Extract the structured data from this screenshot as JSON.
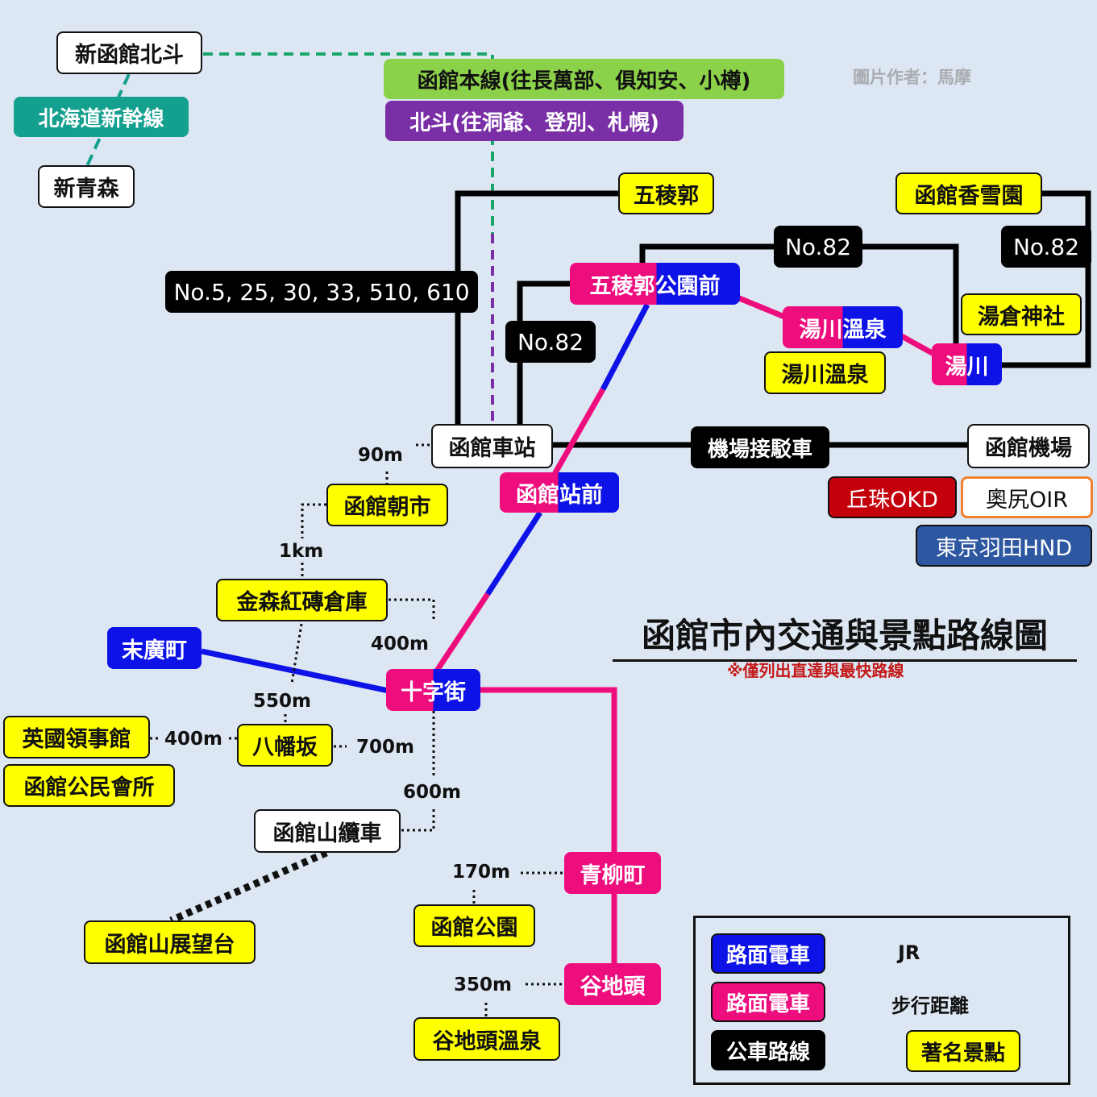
{
  "colors": {
    "tram_blue": "#0d12e6",
    "tram_pink": "#ee0d7d",
    "bus": "#000000",
    "jr": "#7a2fa7",
    "shinkansen": "#14a08f",
    "spot": "#ffff00"
  },
  "title": "函館市內交通與景點路線圖",
  "note": "※僅列出直達與最快路線",
  "credit": "圖片作者：馬摩",
  "rail": {
    "shin_hakodate": "新函館北斗",
    "shinkansen": "北海道新幹線",
    "shin_aomori": "新青森",
    "hakodate_line": "函館本線(往長萬部、俱知安、小樽)",
    "hokuto": "北斗(往洞爺、登別、札幌)"
  },
  "stations": {
    "hakodate": "函館車站",
    "airport": "函館機場",
    "goryokaku_koen": "五稜郭公園前",
    "yunokawa_onsen": "湯川溫泉",
    "yunokawa": "湯川",
    "ekimae": "函館站前",
    "jujigai": "十字街",
    "suehirocho": "末廣町",
    "aoyagicho": "青柳町",
    "yachigashira": "谷地頭",
    "ropeway": "函館山纜車"
  },
  "buses": {
    "main": "No.5, 25, 30, 33, 510, 610",
    "no82_a": "No.82",
    "no82_b": "No.82",
    "no82_c": "No.82",
    "shuttle": "機場接駁車"
  },
  "spots": {
    "goryokaku": "五稜郭",
    "kosetsuen": "函館香雪園",
    "yunokura": "湯倉神社",
    "yunokawa_spot": "湯川溫泉",
    "asaichi": "函館朝市",
    "kanemori": "金森紅磚倉庫",
    "hachiman": "八幡坂",
    "consulate": "英國領事館",
    "kominkan": "函館公民會所",
    "observatory": "函館山展望台",
    "park": "函館公園",
    "yachi_onsen": "谷地頭溫泉"
  },
  "flights": {
    "okd": "丘珠OKD",
    "oir": "奧尻OIR",
    "hnd": "東京羽田HND"
  },
  "distances": {
    "d90": "90m",
    "d1k": "1km",
    "d400a": "400m",
    "d550": "550m",
    "d400b": "400m",
    "d700": "700m",
    "d600": "600m",
    "d170": "170m",
    "d350": "350m"
  },
  "legend": {
    "tram_blue": "路面電車",
    "tram_pink": "路面電車",
    "bus": "公車路線",
    "jr": "JR",
    "walk": "步行距離",
    "spot": "著名景點"
  }
}
